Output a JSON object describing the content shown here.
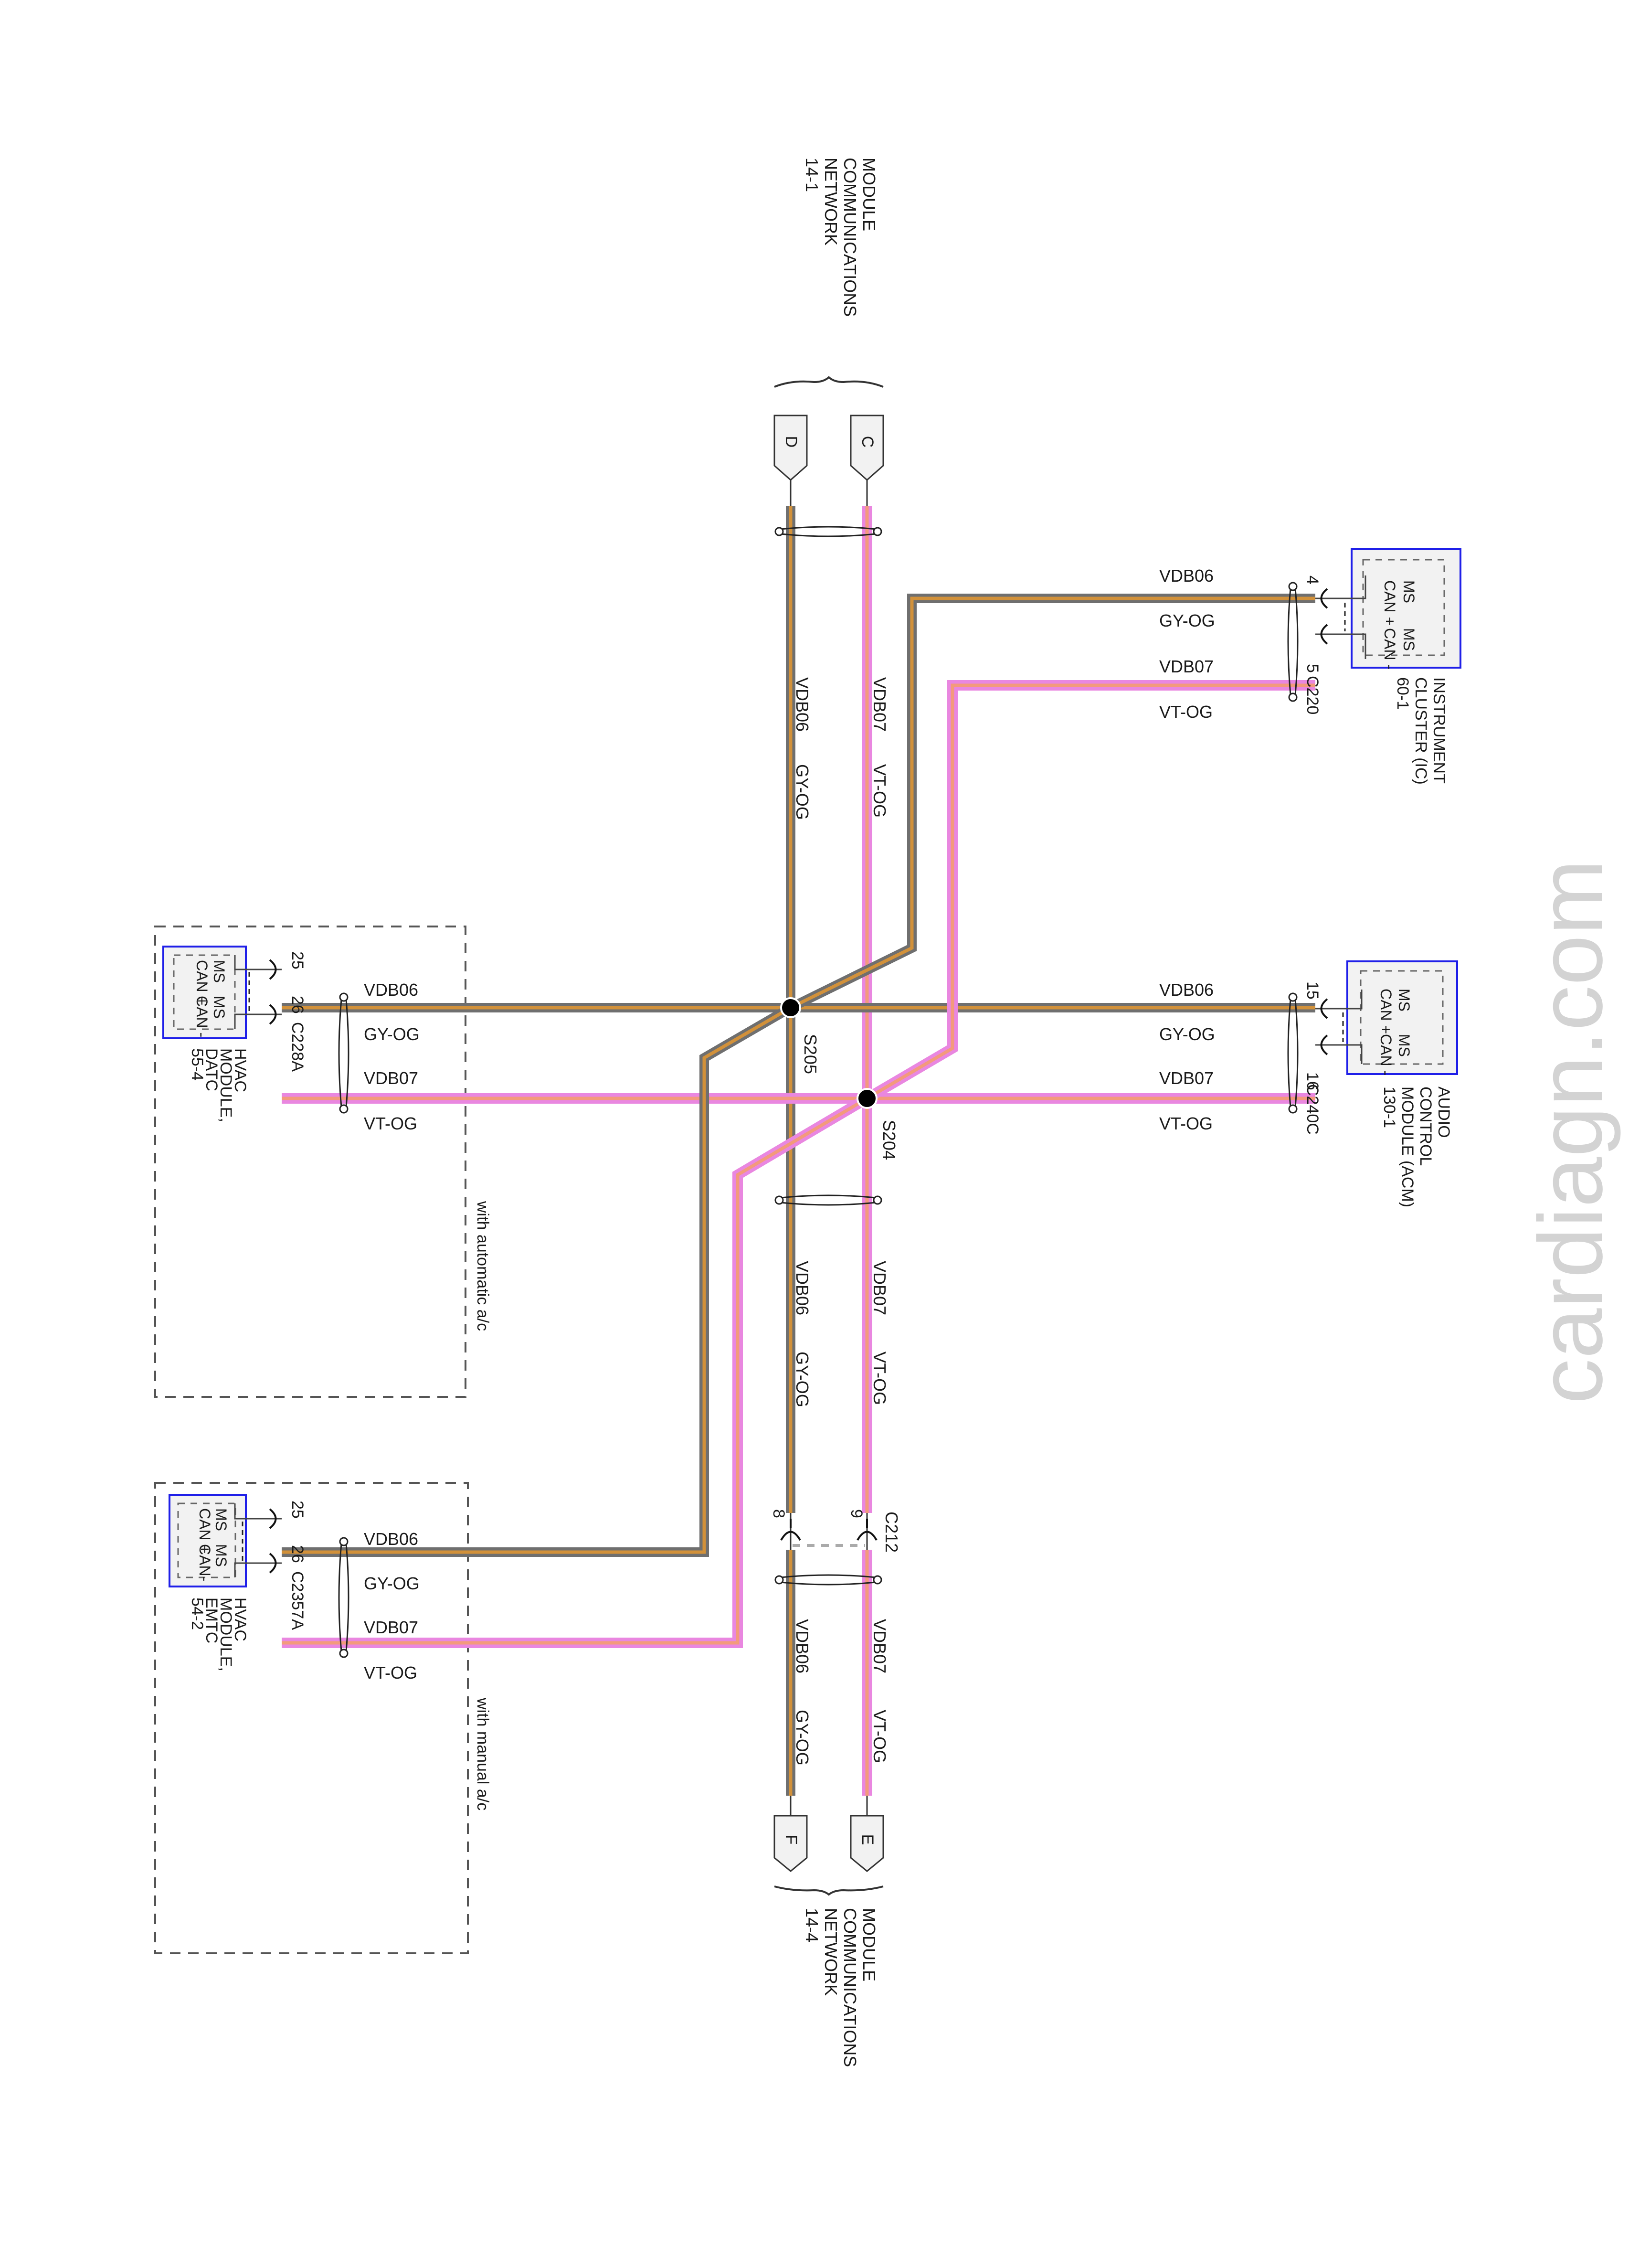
{
  "watermark": "cardiagn.com",
  "colors": {
    "gy_og_outer": "#6f6f6f",
    "gy_og_stripe": "#d2913a",
    "vt_og_outer": "#e987e0",
    "vt_og_stripe": "#f39a7c",
    "module_border": "#1f1fe8",
    "module_fill": "#f2f2f2"
  },
  "wires": {
    "can_plus": {
      "circuit": "VDB06",
      "color_code": "GY-OG"
    },
    "can_minus": {
      "circuit": "VDB07",
      "color_code": "VT-OG"
    }
  },
  "offpage": {
    "top": {
      "connectors": [
        "D",
        "C"
      ],
      "label": [
        "MODULE",
        "COMMUNICATIONS",
        "NETWORK",
        "14-1"
      ]
    },
    "bottom": {
      "connectors": [
        "F",
        "E"
      ],
      "label": [
        "MODULE",
        "COMMUNICATIONS",
        "NETWORK",
        "14-4"
      ]
    }
  },
  "modules": {
    "ic": {
      "name": [
        "INSTRUMENT",
        "CLUSTER (IC)",
        "60-1"
      ],
      "connector": "C220",
      "pins": [
        "4",
        "5"
      ],
      "pin_functions": [
        "MS CAN +",
        "MS CAN -"
      ]
    },
    "acm": {
      "name": [
        "AUDIO",
        "CONTROL",
        "MODULE (ACM)",
        "130-1"
      ],
      "connector": "C240C",
      "pins": [
        "15",
        "16"
      ],
      "pin_functions": [
        "MS CAN +",
        "MS CAN -"
      ]
    },
    "hvac_datc": {
      "name": [
        "HVAC",
        "MODULE,",
        "DATC",
        "55-4"
      ],
      "connector": "C228A",
      "pins": [
        "25",
        "26"
      ],
      "pin_functions": [
        "MS CAN +",
        "MS CAN -"
      ],
      "option_note": "with automatic a/c"
    },
    "hvac_emtc": {
      "name": [
        "HVAC",
        "MODULE,",
        "EMTC",
        "54-2"
      ],
      "connector": "C2357A",
      "pins": [
        "25",
        "26"
      ],
      "pin_functions": [
        "MS CAN +",
        "MS CAN-"
      ],
      "option_note": "with manual a/c"
    }
  },
  "splices": [
    "S205",
    "S204"
  ],
  "inline_connector": {
    "name": "C212",
    "pins": [
      "8",
      "9"
    ]
  },
  "pin_text": {
    "ms": "MS",
    "can_plus": "CAN +",
    "can_minus": "CAN -",
    "can_minus_alt": "CAN-"
  }
}
